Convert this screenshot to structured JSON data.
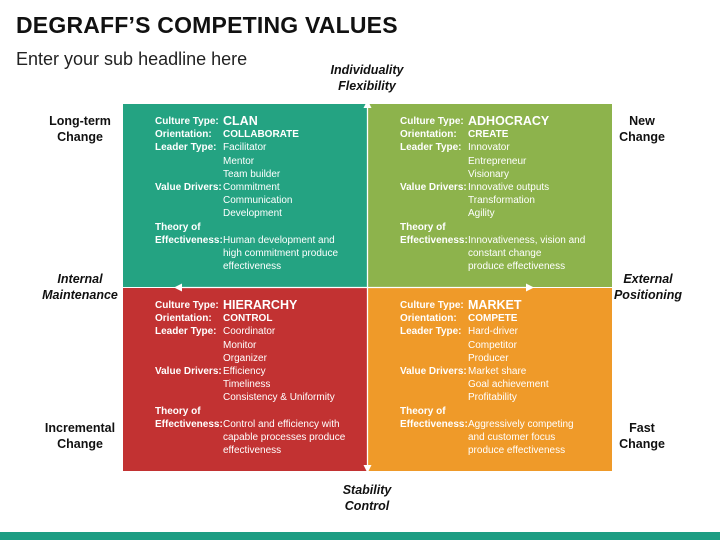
{
  "title": "DEGRAFF’S COMPETING VALUES",
  "subtitle": "Enter your sub headline here",
  "axes": {
    "top": [
      "Individuality",
      "Flexibility"
    ],
    "bottom": [
      "Stability",
      "Control"
    ],
    "left": [
      "Internal",
      "Maintenance"
    ],
    "right": [
      "External",
      "Positioning"
    ]
  },
  "corners": {
    "top_left": [
      "Long-term",
      "Change"
    ],
    "top_right": [
      "New",
      "Change"
    ],
    "bottom_left": [
      "Incremental",
      "Change"
    ],
    "bottom_right": [
      "Fast",
      "Change"
    ]
  },
  "field_labels": {
    "culture": "Culture Type:",
    "orientation": "Orientation:",
    "leader": "Leader Type:",
    "drivers": "Value Drivers:",
    "theory": "Theory of",
    "effectiveness": "Effectiveness:"
  },
  "quadrants": {
    "clan": {
      "culture": "CLAN",
      "orientation": "COLLABORATE",
      "leader": [
        "Facilitator",
        "Mentor",
        "Team builder"
      ],
      "drivers": [
        "Commitment",
        "Communication",
        "Development"
      ],
      "effectiveness": [
        "Human development and",
        "high commitment produce",
        "effectiveness"
      ],
      "color": "#24a382"
    },
    "adhocracy": {
      "culture": "ADHOCRACY",
      "orientation": "CREATE",
      "leader": [
        "Innovator",
        "Entrepreneur",
        "Visionary"
      ],
      "drivers": [
        "Innovative outputs",
        "Transformation",
        "Agility"
      ],
      "effectiveness": [
        "Innovativeness, vision and",
        "constant change",
        "produce effectiveness"
      ],
      "color": "#8db34c"
    },
    "hierarchy": {
      "culture": "HIERARCHY",
      "orientation": "CONTROL",
      "leader": [
        "Coordinator",
        "Monitor",
        "Organizer"
      ],
      "drivers": [
        "Efficiency",
        "Timeliness",
        "Consistency & Uniformity"
      ],
      "effectiveness": [
        "Control and efficiency with",
        "capable processes produce",
        "effectiveness"
      ],
      "color": "#c23232"
    },
    "market": {
      "culture": "MARKET",
      "orientation": "COMPETE",
      "leader": [
        "Hard-driver",
        "Competitor",
        "Producer"
      ],
      "drivers": [
        "Market share",
        "Goal achievement",
        "Profitability"
      ],
      "effectiveness": [
        "Aggressively competing",
        "and customer focus",
        "produce effectiveness"
      ],
      "color": "#ef9a29"
    }
  },
  "colors": {
    "footer_bar": "#1d9d83",
    "arrow": "#ffffff"
  }
}
